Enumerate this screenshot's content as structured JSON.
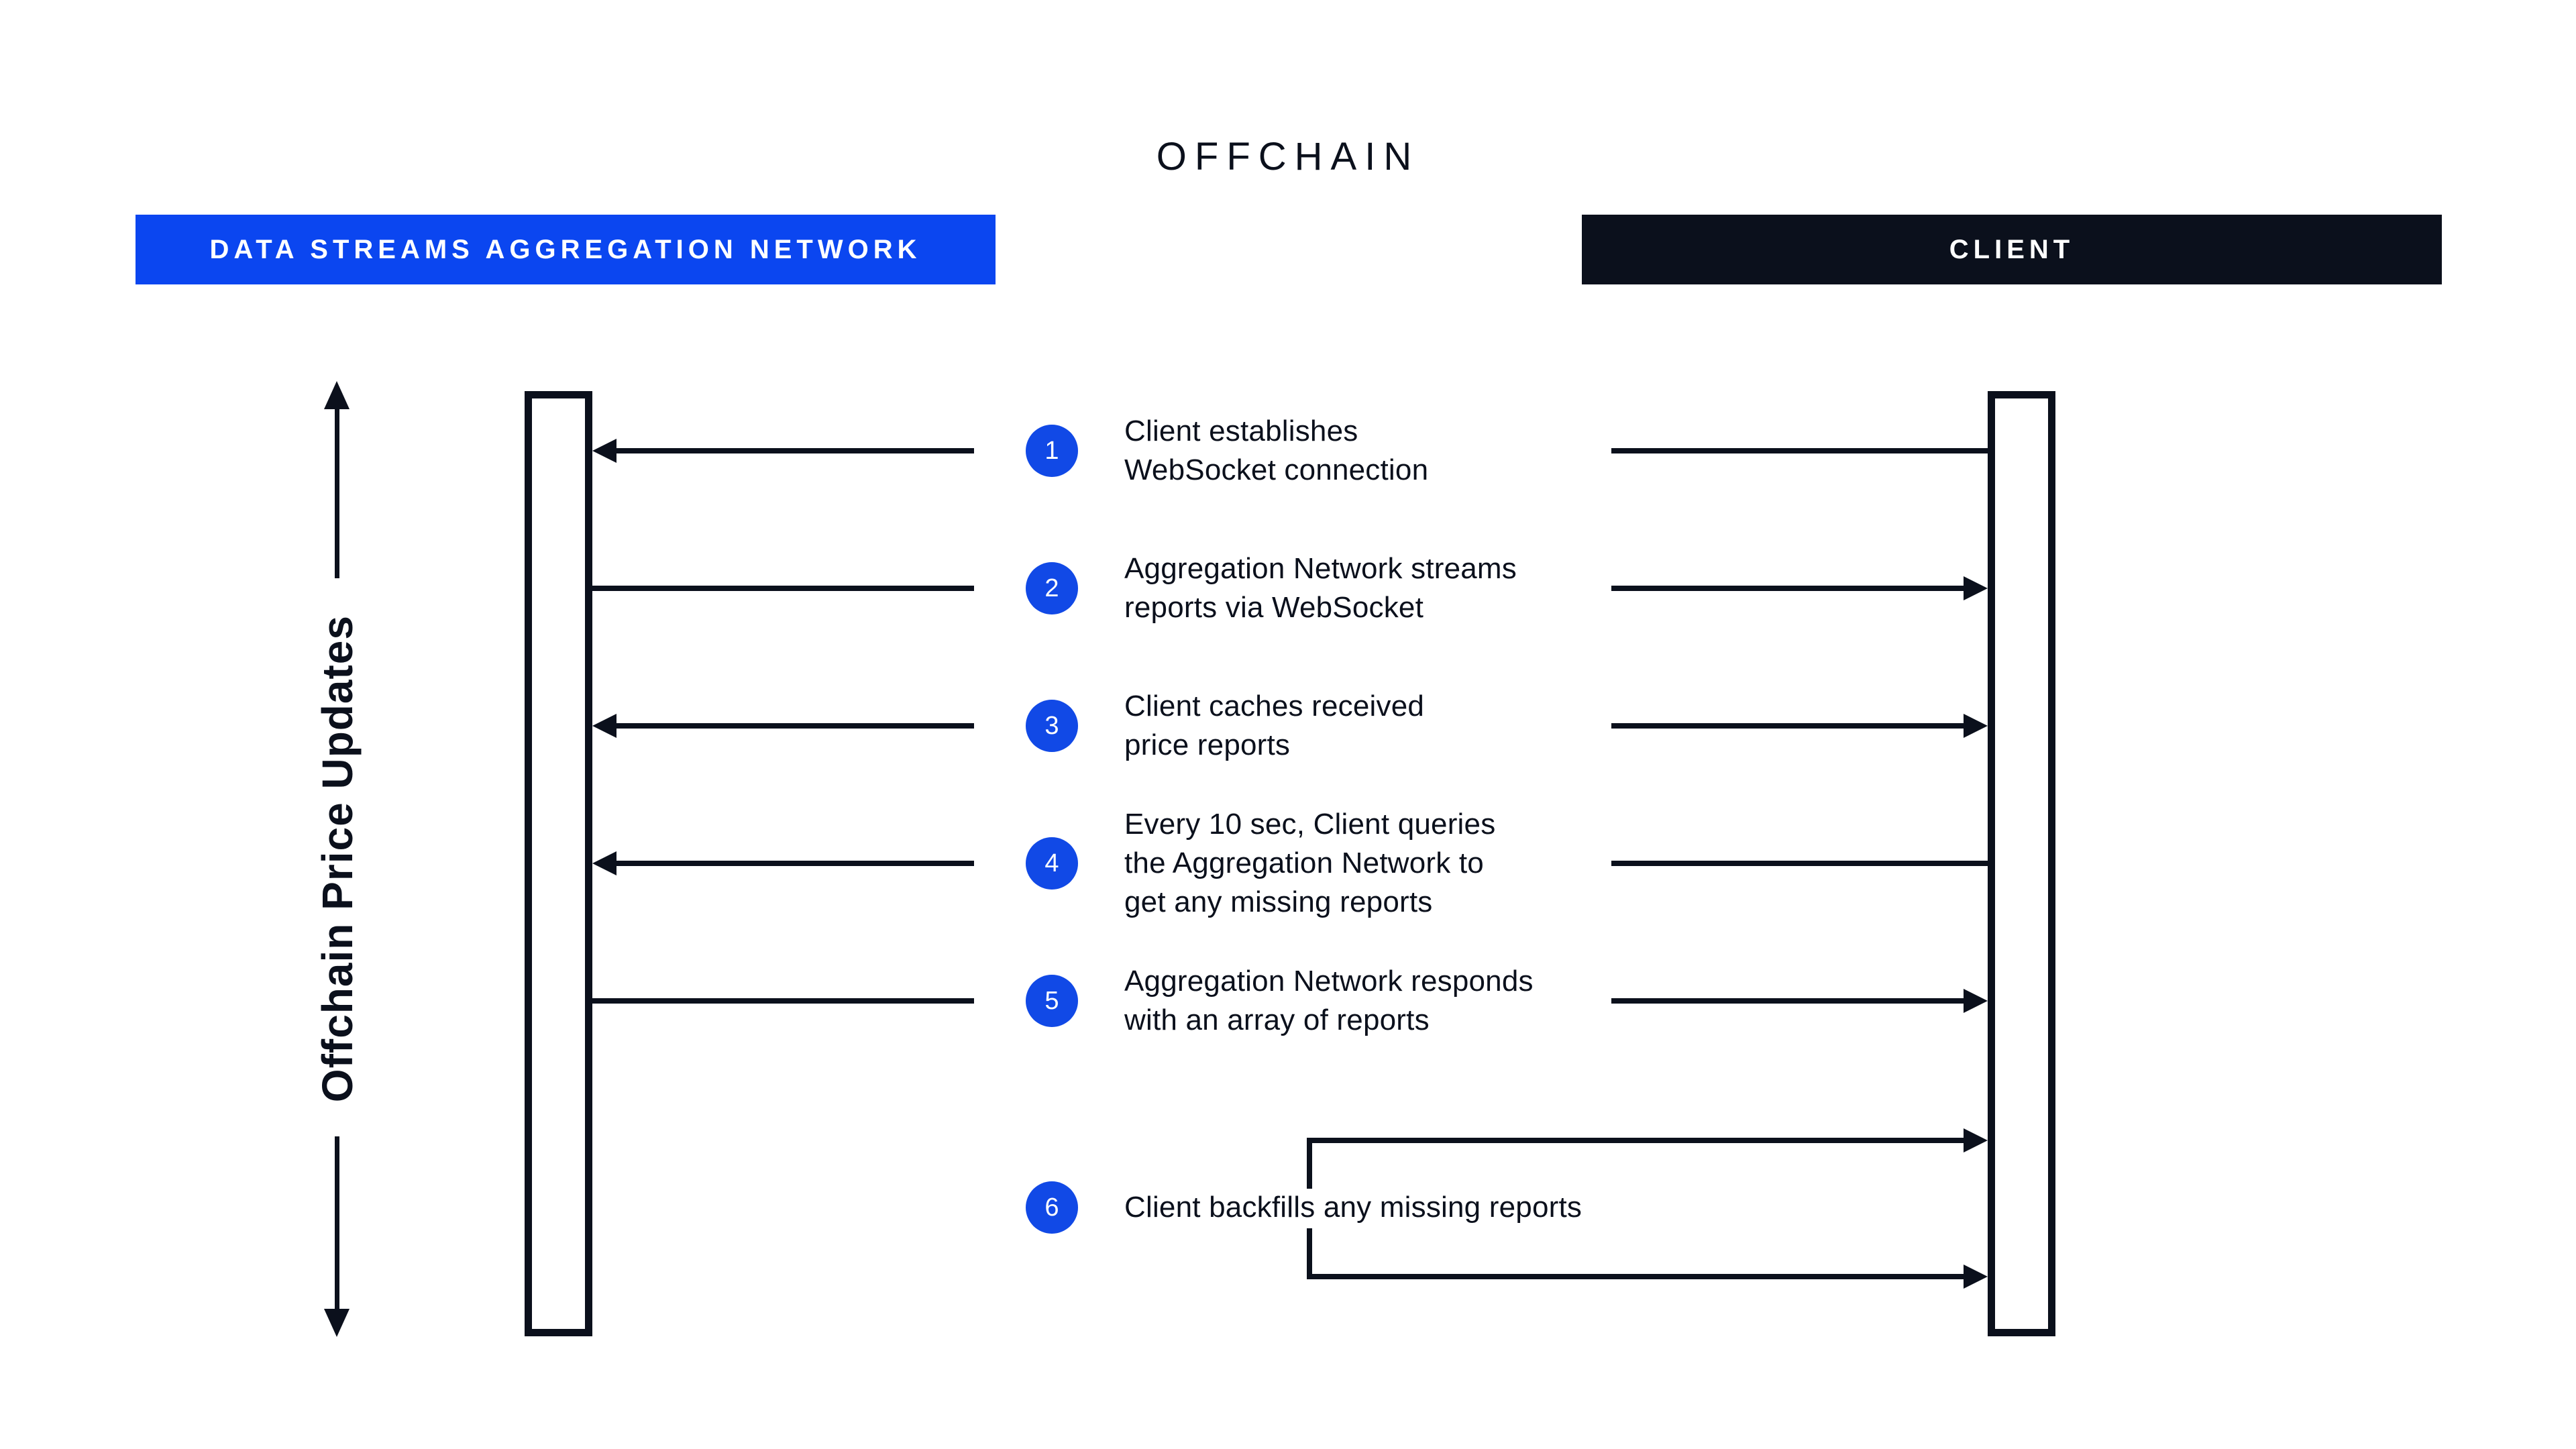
{
  "title": "OFFCHAIN",
  "colors": {
    "accent_blue": "#0B46F0",
    "badge_blue": "#1149E6",
    "dark_navy": "#0B101C",
    "background": "#FFFFFF"
  },
  "actors": {
    "network": {
      "label": "DATA STREAMS AGGREGATION NETWORK"
    },
    "client": {
      "label": "CLIENT"
    }
  },
  "axis": {
    "label": "Offchain Price Updates"
  },
  "steps": [
    {
      "num": "1",
      "text": "Client establishes\nWebSocket connection",
      "arrow_to_network": true,
      "arrow_to_client": false
    },
    {
      "num": "2",
      "text": "Aggregation Network streams\nreports via WebSocket",
      "arrow_to_network": false,
      "arrow_to_client": true
    },
    {
      "num": "3",
      "text": "Client caches received\nprice reports",
      "arrow_to_network": true,
      "arrow_to_client": true
    },
    {
      "num": "4",
      "text": "Every 10 sec, Client queries\nthe Aggregation Network to\nget any missing reports",
      "arrow_to_network": true,
      "arrow_to_client": false
    },
    {
      "num": "5",
      "text": "Aggregation Network responds\nwith an array of reports",
      "arrow_to_network": false,
      "arrow_to_client": true
    },
    {
      "num": "6",
      "text": "Client backfills any missing reports",
      "arrow_to_network": false,
      "arrow_to_client": true
    }
  ]
}
